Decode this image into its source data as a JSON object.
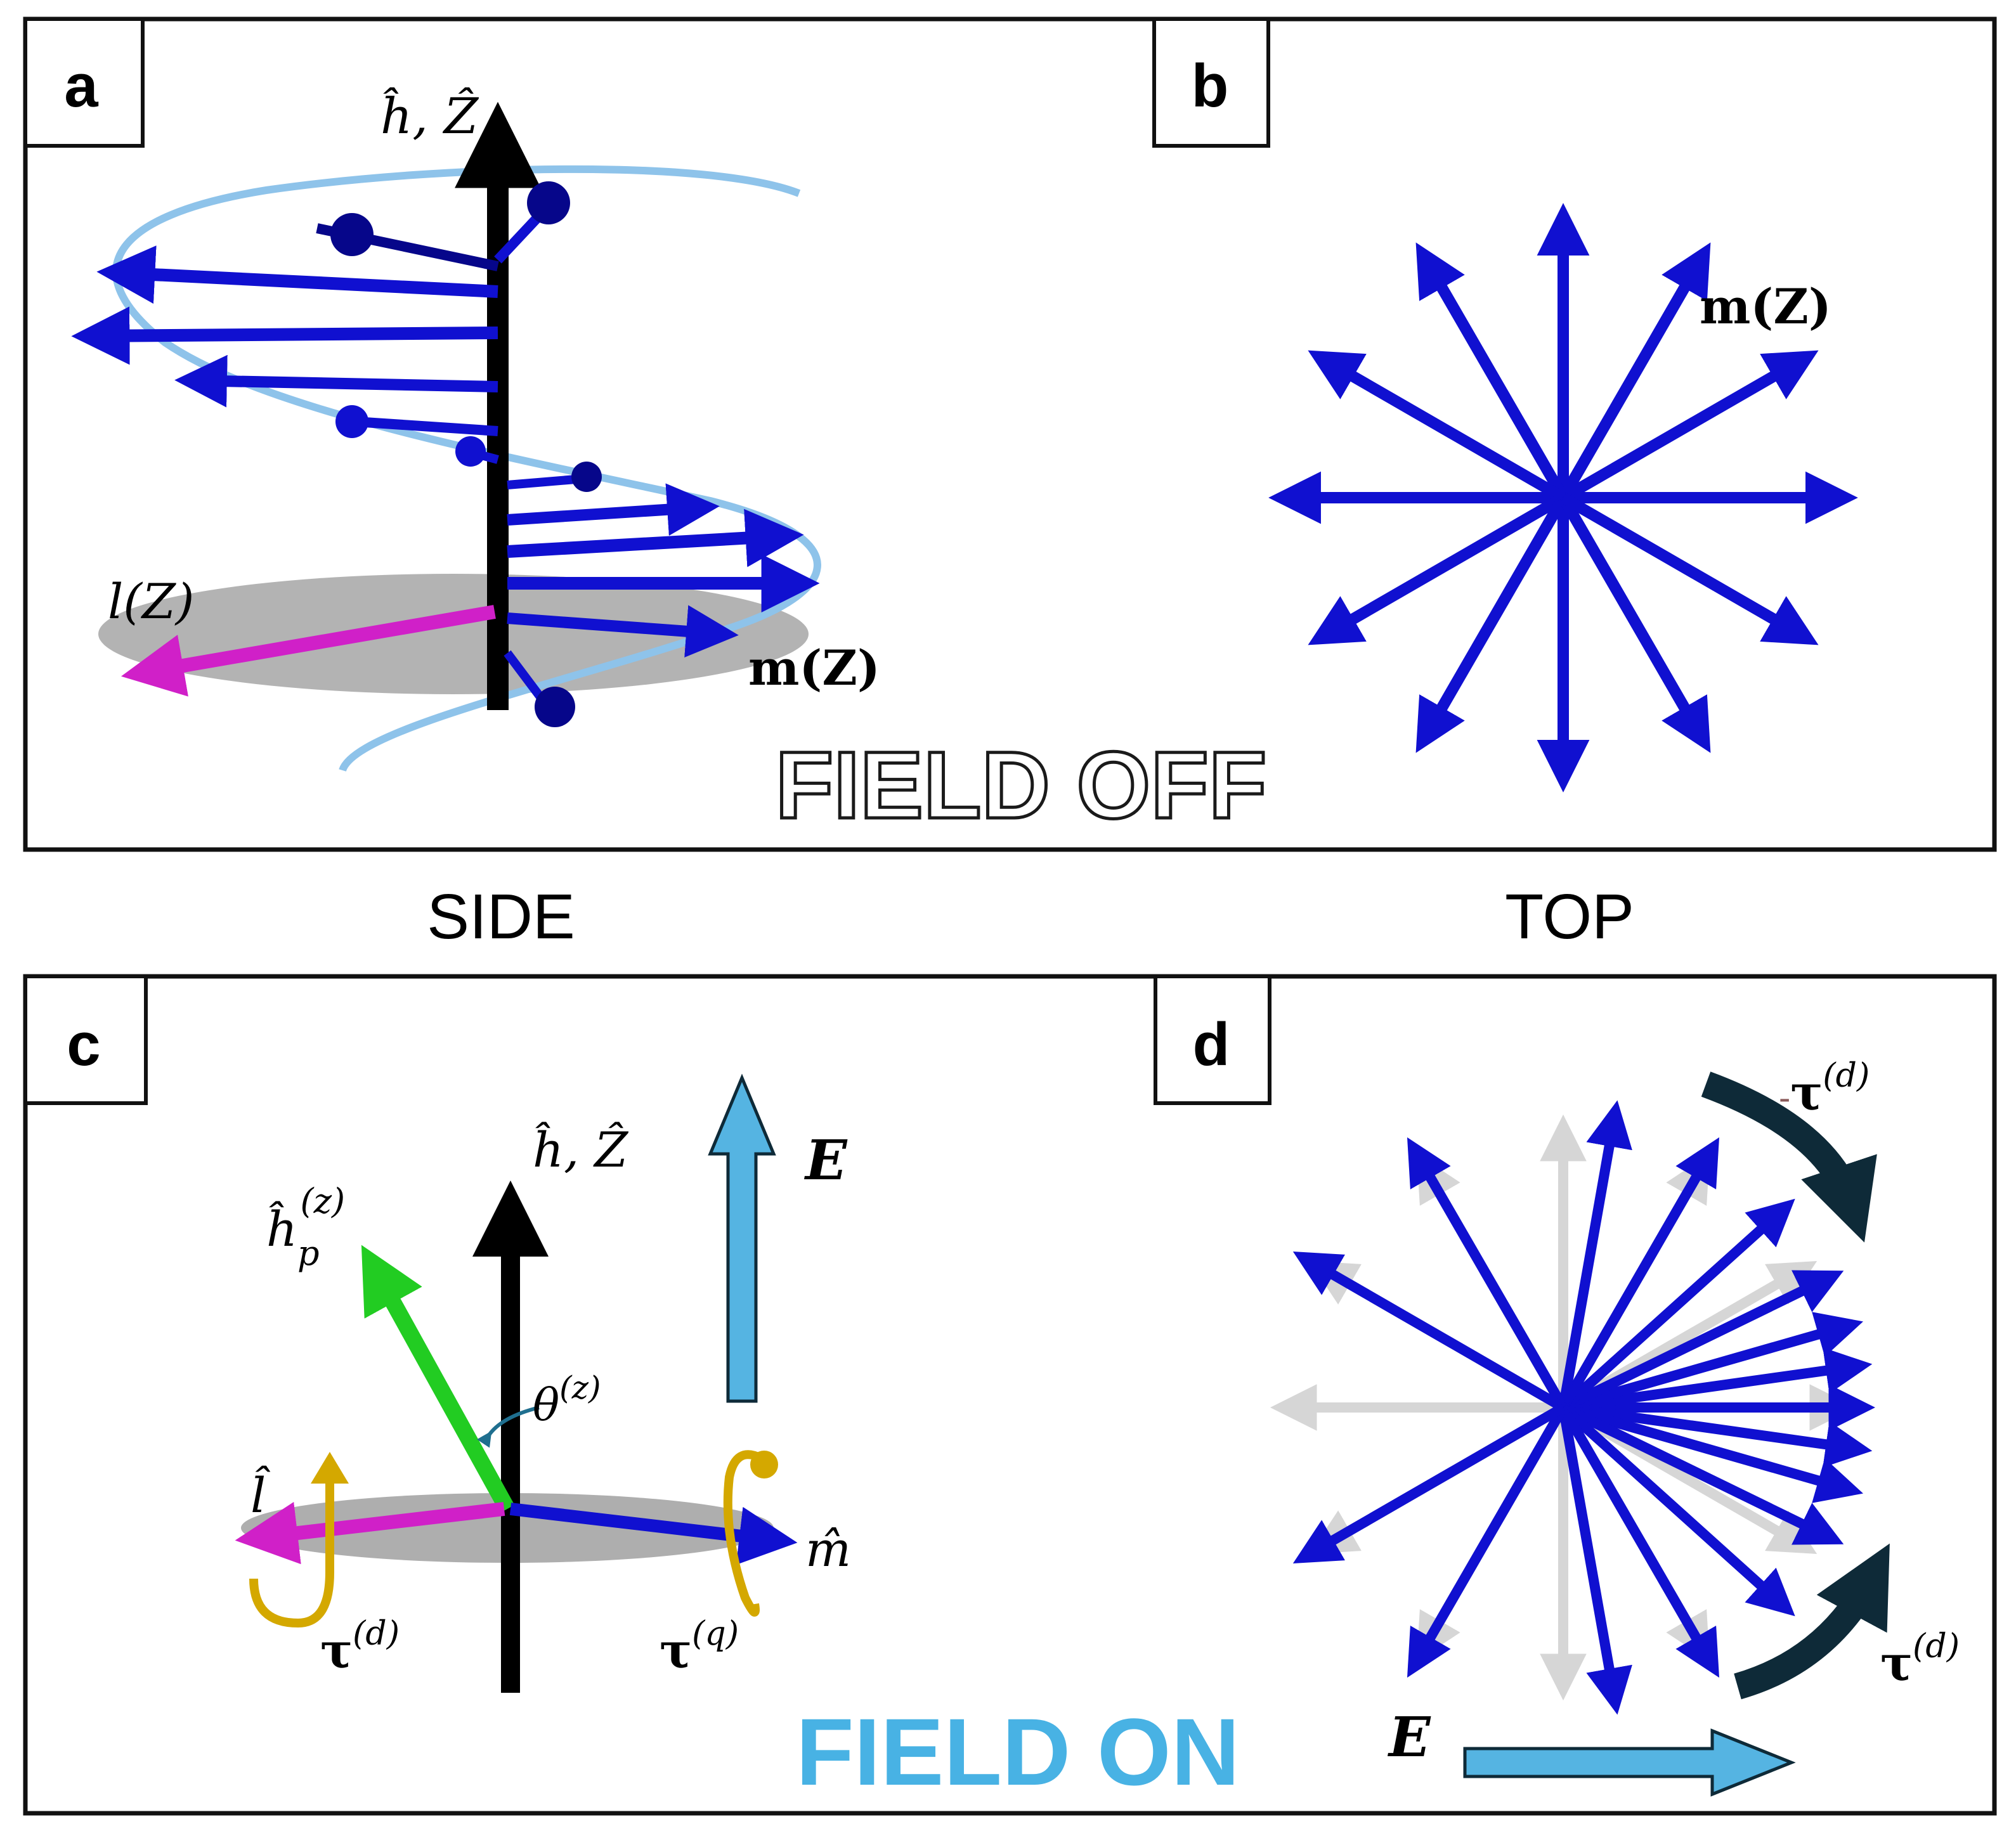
{
  "colors": {
    "frame": "#111111",
    "arrow_blue": "#1010d0",
    "arrow_blue_dark": "#06068a",
    "helix": "#8ec3ea",
    "axis": "#000000",
    "disk": "#9a9a9a",
    "magenta": "#d020c8",
    "green": "#22cc22",
    "torque_yellow": "#d4a800",
    "field_blue": "#55b4e2",
    "field_on_text": "#48b2e4",
    "curved_torque": "#0e2a38",
    "ghost": "#d6d6d6"
  },
  "icons": {
    "field_arrow": "thick-outlined-arrow",
    "torque_curve": "curved-arrow",
    "rotation_marker": "yellow-curl-arrow"
  },
  "panels": {
    "a": {
      "label": "a",
      "axis_label": "ĥ, Ẑ",
      "director_label": "l(Z)",
      "magnetization_label": "m(Z)"
    },
    "b": {
      "label": "b",
      "magnetization_label": "m(Z)"
    },
    "c": {
      "label": "c",
      "axis_label": "ĥ, Ẑ",
      "hp_label": "ĥ",
      "hp_sub": "p",
      "hp_sup": "(z)",
      "theta_label": "θ",
      "theta_sup": "(z)",
      "field_label": "E",
      "l_label": "l̂",
      "m_label": "m̂",
      "tau_d_label": "τ",
      "tau_d_sup": "(d)",
      "tau_q_label": "τ",
      "tau_q_sup": "(q)"
    },
    "d": {
      "label": "d",
      "neg_tau_prefix": "-",
      "neg_tau_label": "τ",
      "neg_tau_sup": "(d)",
      "tau_label": "τ",
      "tau_sup": "(d)",
      "field_label": "E"
    }
  },
  "captions": {
    "field_off": "FIELD OFF",
    "field_on": "FIELD ON",
    "side": "SIDE",
    "top": "TOP"
  }
}
